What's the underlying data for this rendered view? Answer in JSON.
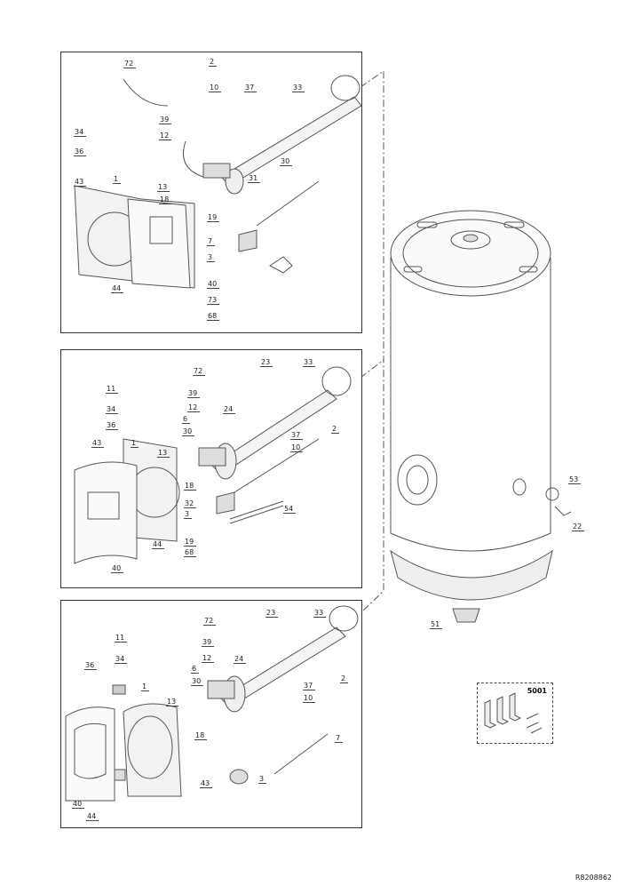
{
  "panels": [
    {
      "labels": [
        "72",
        "2",
        "10",
        "37",
        "33",
        "39",
        "34",
        "12",
        "36",
        "30",
        "1",
        "31",
        "13",
        "43",
        "18",
        "19",
        "7",
        "3",
        "40",
        "44",
        "73",
        "68"
      ]
    },
    {
      "labels": [
        "23",
        "33",
        "72",
        "11",
        "39",
        "34",
        "12",
        "24",
        "36",
        "6",
        "2",
        "30",
        "37",
        "1",
        "43",
        "13",
        "10",
        "18",
        "32",
        "3",
        "54",
        "19",
        "44",
        "68",
        "40"
      ]
    },
    {
      "labels": [
        "23",
        "33",
        "72",
        "11",
        "39",
        "34",
        "12",
        "36",
        "24",
        "6",
        "2",
        "30",
        "1",
        "37",
        "13",
        "10",
        "18",
        "7",
        "43",
        "3",
        "40",
        "44"
      ]
    }
  ],
  "tank": {
    "labels": [
      "53",
      "22",
      "51"
    ]
  },
  "kit": {
    "label": "5001"
  },
  "reference": "R8208862"
}
